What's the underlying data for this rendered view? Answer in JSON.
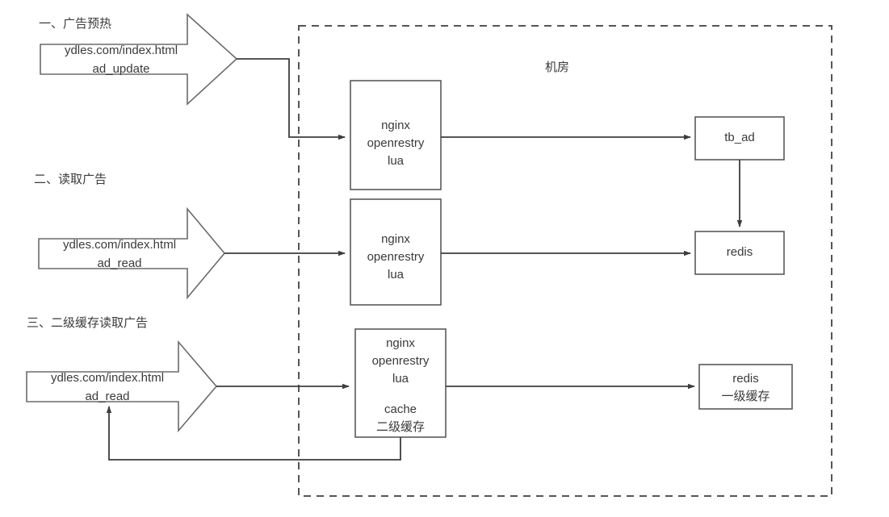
{
  "diagram": {
    "title_region": "机房",
    "zone": {
      "label": "机房",
      "style": "dashed"
    },
    "sections": [
      {
        "id": "section-1",
        "title": "一、广告预热",
        "request_arrow": {
          "line1": "ydles.com/index.html",
          "line2": "ad_update",
          "text": "ydles.com/index.html\nad_update"
        },
        "server_box": {
          "line1": "nginx",
          "line2": "openrestry",
          "line3": "lua",
          "text": "nginx\nopenrestry\nlua"
        },
        "target_box": {
          "text": "tb_ad"
        }
      },
      {
        "id": "section-2",
        "title": "二、读取广告",
        "request_arrow": {
          "line1": "ydles.com/index.html",
          "line2": "ad_read",
          "text": "ydles.com/index.html\nad_read"
        },
        "server_box": {
          "line1": "nginx",
          "line2": "openrestry",
          "line3": "lua",
          "text": "nginx\nopenrestry\nlua"
        },
        "target_box": {
          "text": "redis"
        }
      },
      {
        "id": "section-3",
        "title": "三、二级缓存读取广告",
        "request_arrow": {
          "line1": "ydles.com/index.html",
          "line2": "ad_read",
          "text": "ydles.com/index.html\nad_read"
        },
        "server_box": {
          "line1": "nginx",
          "line2": "openrestry",
          "line3": "lua",
          "line4": "cache",
          "line5": "二级缓存",
          "text_top": "nginx\nopenrestry\nlua",
          "text_bottom": "cache\n二级缓存"
        },
        "target_box": {
          "line1": "redis",
          "line2": "一级缓存",
          "text": "redis\n一级缓存"
        }
      }
    ],
    "colors": {
      "stroke": "#555555",
      "text": "#3a3a3a",
      "background": "#ffffff",
      "dashed_border": "#555555"
    }
  }
}
